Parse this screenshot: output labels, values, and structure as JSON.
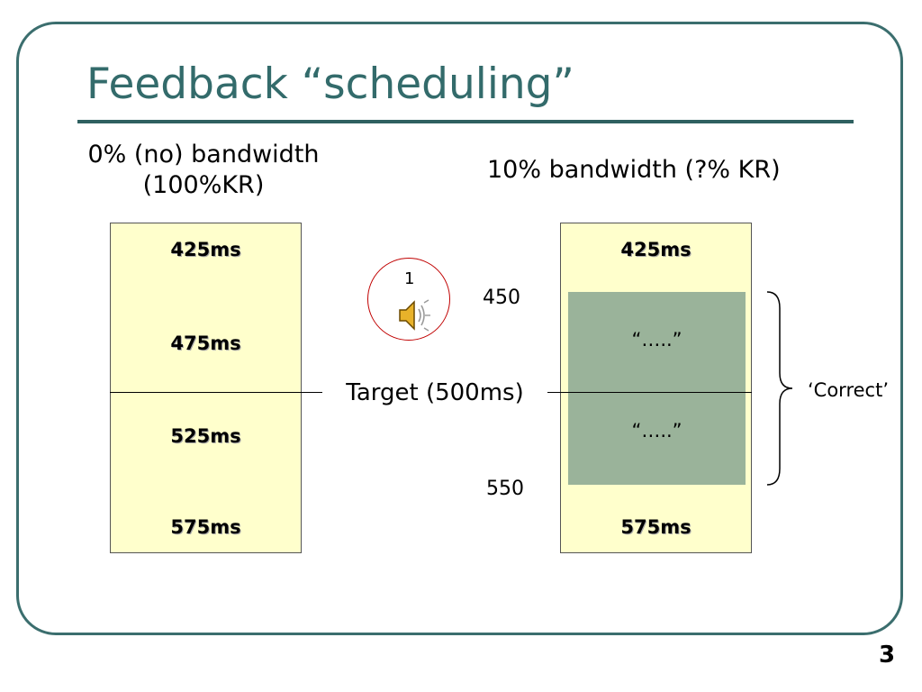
{
  "slide": {
    "title": "Feedback “scheduling”",
    "page_number": "3"
  },
  "left_panel": {
    "heading_line1": "0% (no) bandwidth",
    "heading_line2": "(100%KR)",
    "rows": [
      "425ms",
      "475ms",
      "525ms",
      "575ms"
    ]
  },
  "right_panel": {
    "heading": "10% bandwidth (?% KR)",
    "top_label": "425ms",
    "bottom_label": "575ms",
    "window_quote_1": "“…..”",
    "window_quote_2": "“…..”",
    "window_start": "450",
    "window_end": "550",
    "brace_label": "‘Correct’"
  },
  "target": {
    "label": "Target (500ms)"
  },
  "audio_badge": {
    "number": "1",
    "icon": "speaker-icon"
  },
  "colors": {
    "frame": "#3b6e6e",
    "title": "#336b6b",
    "column_fill": "#ffffcc",
    "window_fill": "#9ab39a",
    "badge_ring": "#c00000"
  }
}
